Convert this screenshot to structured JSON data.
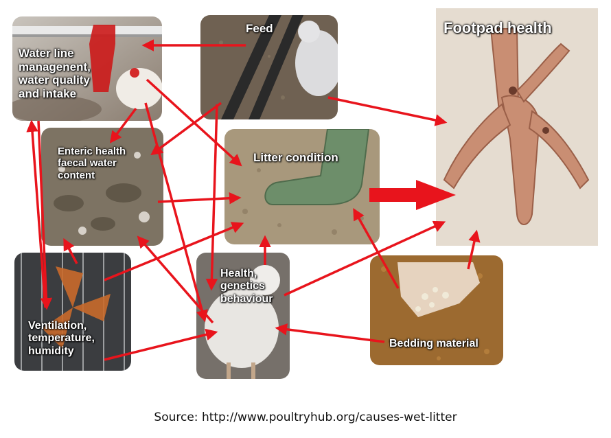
{
  "nodes": {
    "water": {
      "label_lines": [
        "Water line",
        "managenent,",
        "water quality",
        "and intake"
      ]
    },
    "feed": {
      "label_lines": [
        "Feed"
      ]
    },
    "footpad": {
      "label_lines": [
        "Footpad health"
      ]
    },
    "enteric": {
      "label_lines": [
        "Enteric health",
        "faecal water",
        "content"
      ]
    },
    "litter": {
      "label_lines": [
        "Litter condition"
      ]
    },
    "ventilation": {
      "label_lines": [
        "Ventilation,",
        "temperature,",
        "humidity"
      ]
    },
    "health": {
      "label_lines": [
        "Health,",
        "genetics",
        "behaviour"
      ]
    },
    "bedding": {
      "label_lines": [
        "Bedding material"
      ]
    }
  },
  "colors": {
    "arrow": "#e8141c",
    "label_text": "#ffffff"
  },
  "source": "Source: http://www.poultryhub.org/causes-wet-litter"
}
